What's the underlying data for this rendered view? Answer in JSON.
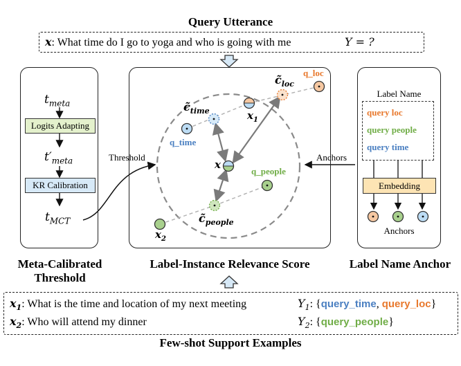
{
  "query": {
    "title": "Query Utterance",
    "x_symbol": "x",
    "utterance": "What time do I go to yoga and who is going with me",
    "label": "Y = ?"
  },
  "left_panel": {
    "t_meta": "t",
    "t_meta_sub": "meta",
    "logits_adapting": "Logits Adapting",
    "t_meta_prime": "t′",
    "t_meta_prime_sub": "meta",
    "kr_calibration": "KR Calibration",
    "t_mct": "t",
    "t_mct_sub": "MCT",
    "caption_line1": "Meta-Calibrated",
    "caption_line2": "Threshold"
  },
  "center_panel": {
    "threshold_label": "Threshold",
    "anchors_label": "Anchors",
    "caption": "Label-Instance Relevance Score",
    "q_loc": "q_loc",
    "q_time": "q_time",
    "q_people": "q_people",
    "c_loc": "c̃",
    "c_loc_sub": "loc",
    "c_time": "c̃",
    "c_time_sub": "time",
    "c_people": "c̃",
    "c_people_sub": "people",
    "x1": "x",
    "x1_sub": "1",
    "x2": "x",
    "x2_sub": "2",
    "x": "x"
  },
  "right_panel": {
    "label_name_title": "Label Name",
    "labels": [
      "query loc",
      "query people",
      "query time"
    ],
    "embedding": "Embedding",
    "anchors": "Anchors",
    "caption": "Label Name Anchor"
  },
  "support": {
    "title": "Few-shot Support Examples",
    "ex1_symbol": "x",
    "ex1_sub": "1",
    "ex1_text": ": What is the time and location of my next meeting",
    "y1_symbol": "Y",
    "y1_sub": "1",
    "y1_prefix": ": {",
    "y1_a": "query_time",
    "y1_sep": ", ",
    "y1_b": "query_loc",
    "y1_suffix": "}",
    "ex2_symbol": "x",
    "ex2_sub": "2",
    "ex2_text": ": Who will attend my dinner",
    "y2_symbol": "Y",
    "y2_sub": "2",
    "y2_prefix": ": {",
    "y2_a": "query_people",
    "y2_suffix": "}"
  },
  "colors": {
    "blue": "#4a7fc1",
    "orange": "#e8782c",
    "green": "#70ad47",
    "light_blue": "#d7e9f7",
    "light_orange": "#fde4b4",
    "light_green": "#e4f1cc"
  }
}
